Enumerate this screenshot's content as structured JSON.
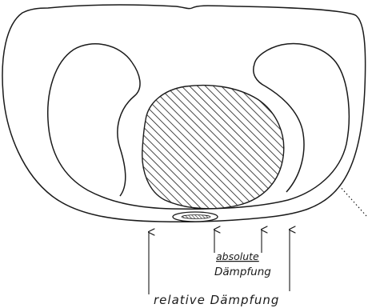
{
  "labels": {
    "absolute_line1": "absolute",
    "absolute_line2": "Dämpfung",
    "relative": "relative Dämpfung"
  },
  "colors": {
    "ink": "#1a1a1a",
    "background": "#ffffff"
  }
}
